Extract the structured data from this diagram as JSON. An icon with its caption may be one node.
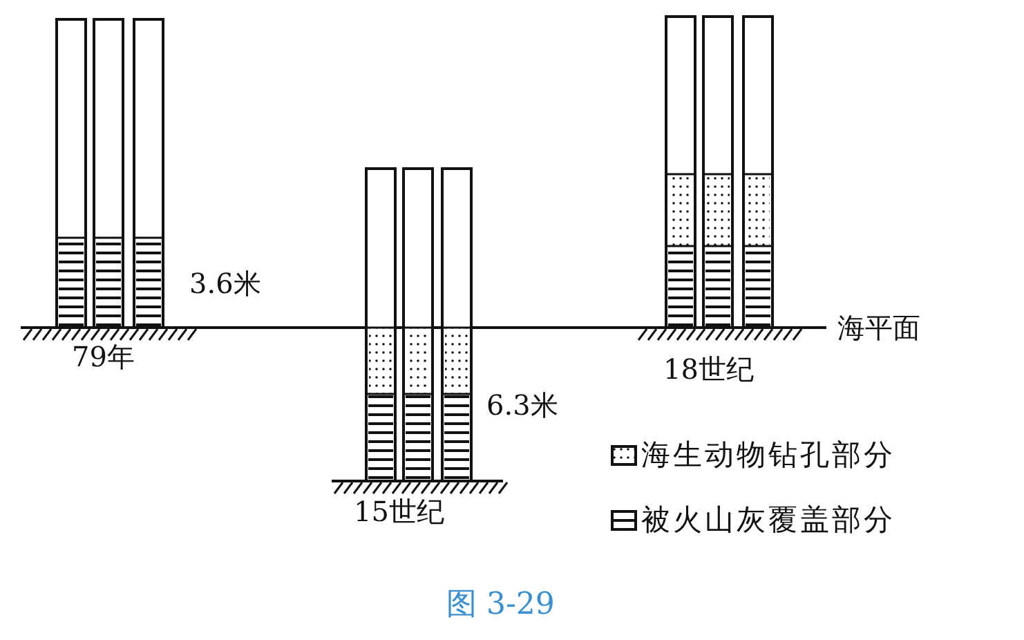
{
  "diagram": {
    "caption": "图 3-29",
    "labels": [
      "3.6米",
      "79年",
      "6.3米",
      "15世纪",
      "18世纪",
      "海平面"
    ],
    "legend": [
      {
        "text": "海生动物钻孔部分"
      },
      {
        "text": "被火山灰覆盖部分"
      }
    ]
  }
}
